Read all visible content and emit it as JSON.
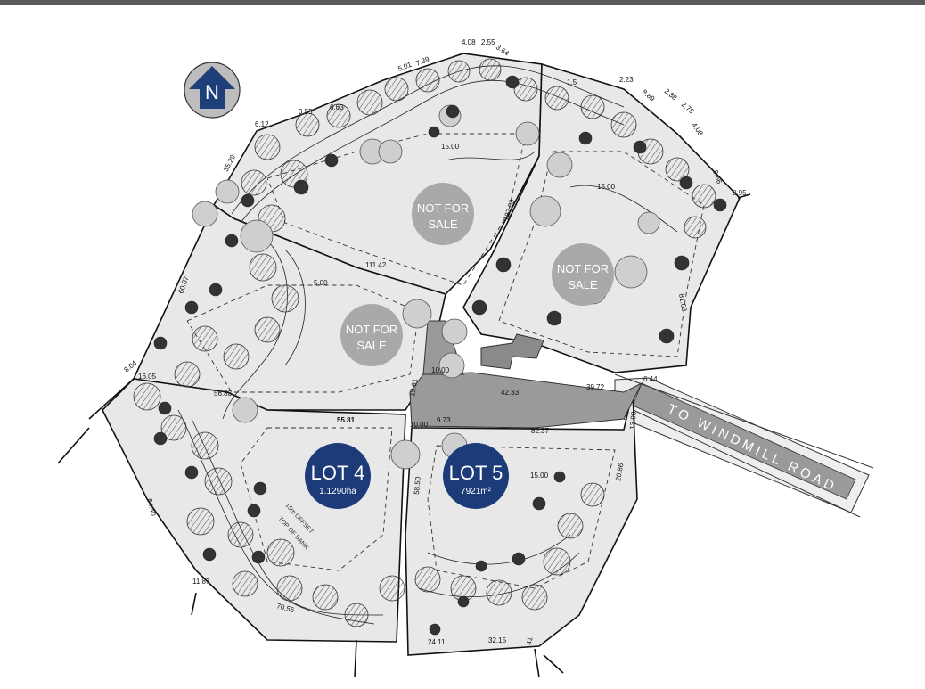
{
  "north_arrow": {
    "label": "N",
    "color": "#1f3f7a"
  },
  "road_label": "TO WINDMILL ROAD",
  "lots": [
    {
      "label": "LOT 4",
      "area": "1.1290ha"
    },
    {
      "label": "LOT 5",
      "area": "7921m²"
    }
  ],
  "not_for_sale": [
    {
      "line1": "NOT FOR",
      "line2": "SALE"
    },
    {
      "line1": "NOT FOR",
      "line2": "SALE"
    },
    {
      "line1": "NOT FOR",
      "line2": "SALE"
    }
  ],
  "notes": {
    "offset": "15m OFFSET",
    "top_of_bank": "TOP OF BANK"
  },
  "dimensions": {
    "d_6_12": "6.12",
    "d_35_29": "35.29",
    "d_0_55": "0.55",
    "d_6_63": "6.63",
    "d_5_01": "5.01",
    "d_7_39": "7.39",
    "d_4_08_top": "4.08",
    "d_2_55": "2.55",
    "d_3_64": "3.64",
    "d_1_5": "1.5",
    "d_2_23": "2.23",
    "d_8_89": "8.89",
    "d_2_38": "2.38",
    "d_2_75": "2.75",
    "d_4_08_r": "4.08",
    "d_9_66": "9.66",
    "d_0_95": "0.95",
    "d_127_08": "127.08",
    "d_111_42": "111.42",
    "d_60_07": "60.07",
    "d_81_68": "81.68",
    "d_8_04": "8.04",
    "d_16_05": "16.05",
    "d_56_83": "56.83",
    "d_19_61": "19.61",
    "d_10_00a": "10.00",
    "d_42_33": "42.33",
    "d_39_72": "39.72",
    "d_6_44": "6.44",
    "d_55_81": "55.81",
    "d_10_00b": "10.00",
    "d_9_73": "9.73",
    "d_82_37": "82.37",
    "d_13_98": "13.98",
    "d_20_86": "20.86",
    "d_58_50": "58.50",
    "d_84_40": "84.40",
    "d_11_87": "11.87",
    "d_70_56": "70.56",
    "d_24_11": "24.11",
    "d_32_15": "32.15",
    "d_41": "41",
    "d_15_00a": "15.00",
    "d_15_00b": "15.00",
    "d_15_00c": "15.00",
    "d_5_00": "5.00"
  },
  "colors": {
    "lot_fill": "#e8e8e8",
    "driveway": "#9a9a9a",
    "road_fill": "#eeeeee",
    "nfs_circle": "#a9a9a9",
    "lot_circle": "#1c3b78",
    "tree": "#cfcfcf",
    "building": "#8a8a8a"
  }
}
